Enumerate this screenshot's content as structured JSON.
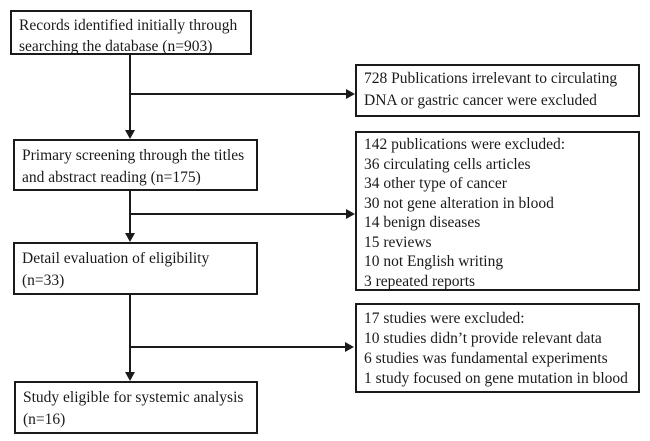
{
  "page": {
    "background": "#ffffff",
    "line_color": "#1a1a1a",
    "text_color": "#1a1a1a"
  },
  "flowchart": {
    "description": "Study selection flow diagram (records screening for systematic analysis)",
    "left": [
      {
        "id": "identification",
        "lines": [
          "Records identified initially through",
          "searching the database (n=903)"
        ]
      },
      {
        "id": "screening",
        "lines": [
          "Primary screening through the titles",
          "and abstract reading (n=175)"
        ]
      },
      {
        "id": "eligibility",
        "lines": [
          "Detail evaluation of eligibility",
          "(n=33)"
        ]
      },
      {
        "id": "included",
        "lines": [
          "Study eligible for systemic analysis",
          "(n=16)"
        ]
      }
    ],
    "right": [
      {
        "id": "excluded_after_search",
        "lines": [
          "728 Publications irrelevant to circulating",
          "DNA or gastric cancer were excluded"
        ]
      },
      {
        "id": "excluded_after_screening",
        "lines": [
          "142 publications were excluded:",
          "36 circulating cells articles",
          "34 other type of cancer",
          "30 not gene alteration in blood",
          "14 benign diseases",
          "15 reviews",
          "10 not English writing",
          "3 repeated reports"
        ]
      },
      {
        "id": "excluded_after_eligibility",
        "lines": [
          "17 studies were excluded:",
          "10 studies didn’t provide relevant data",
          "6 studies was fundamental experiments",
          "1 study focused on gene mutation in blood"
        ]
      }
    ]
  }
}
